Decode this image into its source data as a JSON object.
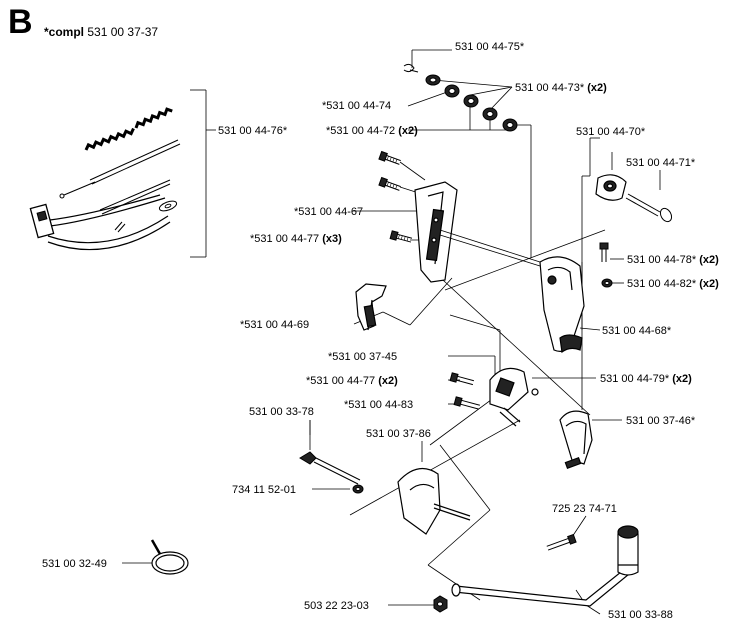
{
  "section_letter": "B",
  "compl": {
    "prefix": "*compl",
    "part": "531 00 37-37"
  },
  "labels": {
    "p_44_75": "531 00 44-75*",
    "p_44_73": "531 00 44-73*",
    "p_44_73_qty": "(x2)",
    "p_44_74": "*531 00 44-74",
    "p_44_72": "*531 00 44-72",
    "p_44_72_qty": "(x2)",
    "p_44_76": "531 00 44-76*",
    "p_44_70": "531 00 44-70*",
    "p_44_71": "531 00 44-71*",
    "p_44_67": "*531 00 44-67",
    "p_44_77a": "*531 00 44-77",
    "p_44_77a_qty": "(x3)",
    "p_44_78": "531 00 44-78*",
    "p_44_78_qty": "(x2)",
    "p_44_82": "531 00 44-82*",
    "p_44_82_qty": "(x2)",
    "p_44_69": "*531 00 44-69",
    "p_44_68": "531 00 44-68*",
    "p_37_45": "*531 00 37-45",
    "p_44_77b": "*531 00 44-77",
    "p_44_77b_qty": "(x2)",
    "p_44_79": "531 00 44-79*",
    "p_44_79_qty": "(x2)",
    "p_44_83": "*531 00 44-83",
    "p_37_46": "531 00 37-46*",
    "p_33_78": "531 00 33-78",
    "p_37_86": "531 00 37-86",
    "p_52_01": "734 11 52-01",
    "p_74_71": "725 23 74-71",
    "p_32_49": "531 00 32-49",
    "p_23_03": "503 22 23-03",
    "p_33_88": "531 00 33-88"
  }
}
